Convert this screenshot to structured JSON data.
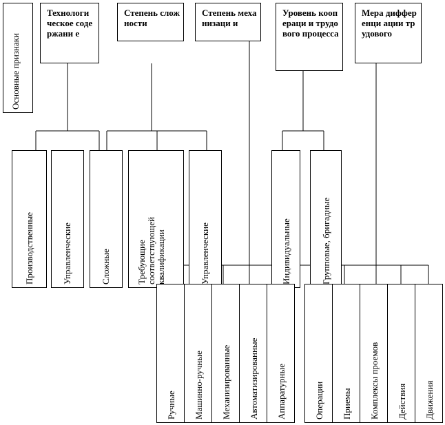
{
  "side_label": "Основные признаки",
  "headers": [
    "Технологи ческое содержани е",
    "Степень сложности",
    "Степень механизаци и",
    "Уровень коопераци и трудового процесса",
    "Мера дифференци ации трудового"
  ],
  "group_upper": [
    "Производственные",
    "Управленческие",
    "Сложные",
    "Требующие соответствующей квалификации",
    "Управленческие",
    "Индивидуальные",
    "Групповые, бригадные"
  ],
  "group_lower": [
    "Ручные",
    "Машинно-ручные",
    "Механизированные",
    "Автоматизированные",
    "Аппаратурные",
    "Операции",
    "Приемы",
    "Комплексы проемов",
    "Действия",
    "Движения"
  ]
}
